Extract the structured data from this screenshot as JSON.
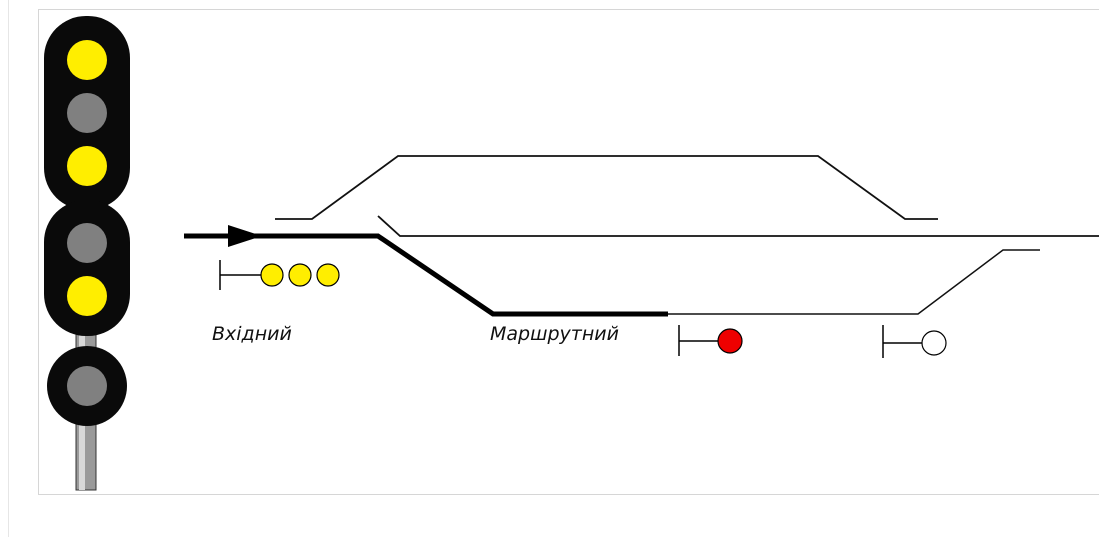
{
  "labels": {
    "entry_signal": "Вхідний",
    "route_signal": "Маршрутний"
  },
  "big_signal": {
    "upper_head": [
      "yellow",
      "gray",
      "yellow"
    ],
    "lower_head": [
      "gray",
      "yellow"
    ],
    "shunting_head": [
      "gray"
    ]
  },
  "entry_signal_lamps": [
    "yellow",
    "yellow",
    "yellow"
  ],
  "route_signal_lamp": "red",
  "shunting_signal_lamp": "white",
  "colors": {
    "yellow": "#ffee00",
    "gray": "#808080",
    "red": "#ee0000",
    "white": "#ffffff",
    "body": "#0a0a0a"
  }
}
